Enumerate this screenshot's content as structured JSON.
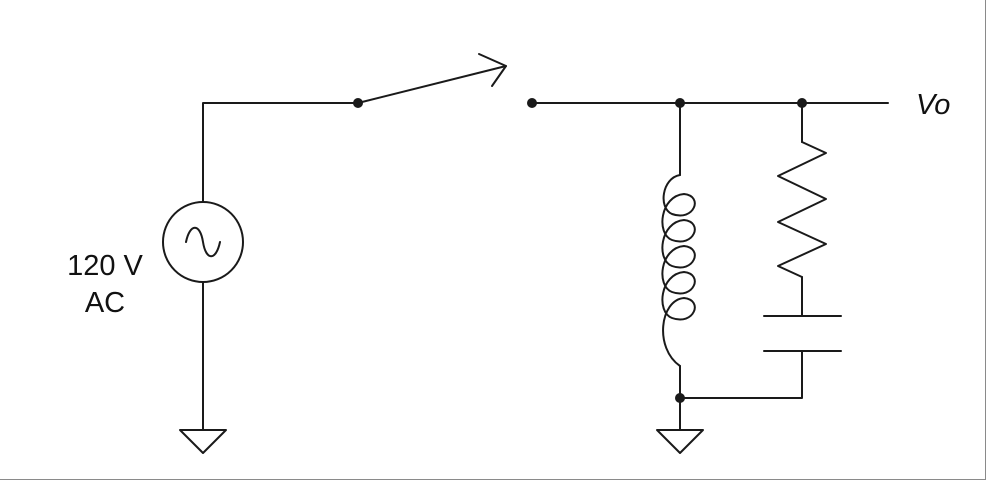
{
  "source": {
    "label_line1": "120 V",
    "label_line2": "AC",
    "icon": "ac-sine-icon"
  },
  "output": {
    "label": "Vo"
  },
  "components": {
    "switch": "switch-open",
    "inductor": "inductor-coil-icon",
    "resistor": "resistor-zigzag-icon",
    "capacitor": "capacitor-plates-icon",
    "ground": "ground-triangle-icon"
  },
  "colors": {
    "wire": "#1a1a1a",
    "background": "#ffffff"
  }
}
